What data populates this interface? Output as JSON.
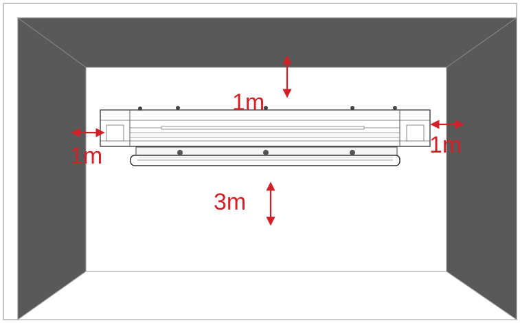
{
  "labels": {
    "top": "1m",
    "left": "1m",
    "right": "1m",
    "below": "3m"
  },
  "colors": {
    "wall": "#595959",
    "wall_edge": "#8a8a8a",
    "frame": "#9a9a9a",
    "dimension": "#d31f26",
    "heater_line": "#333333",
    "heater_fill": "#ffffff"
  },
  "icons": {
    "arrow": "double-headed-arrow",
    "device": "ceiling-heater"
  }
}
